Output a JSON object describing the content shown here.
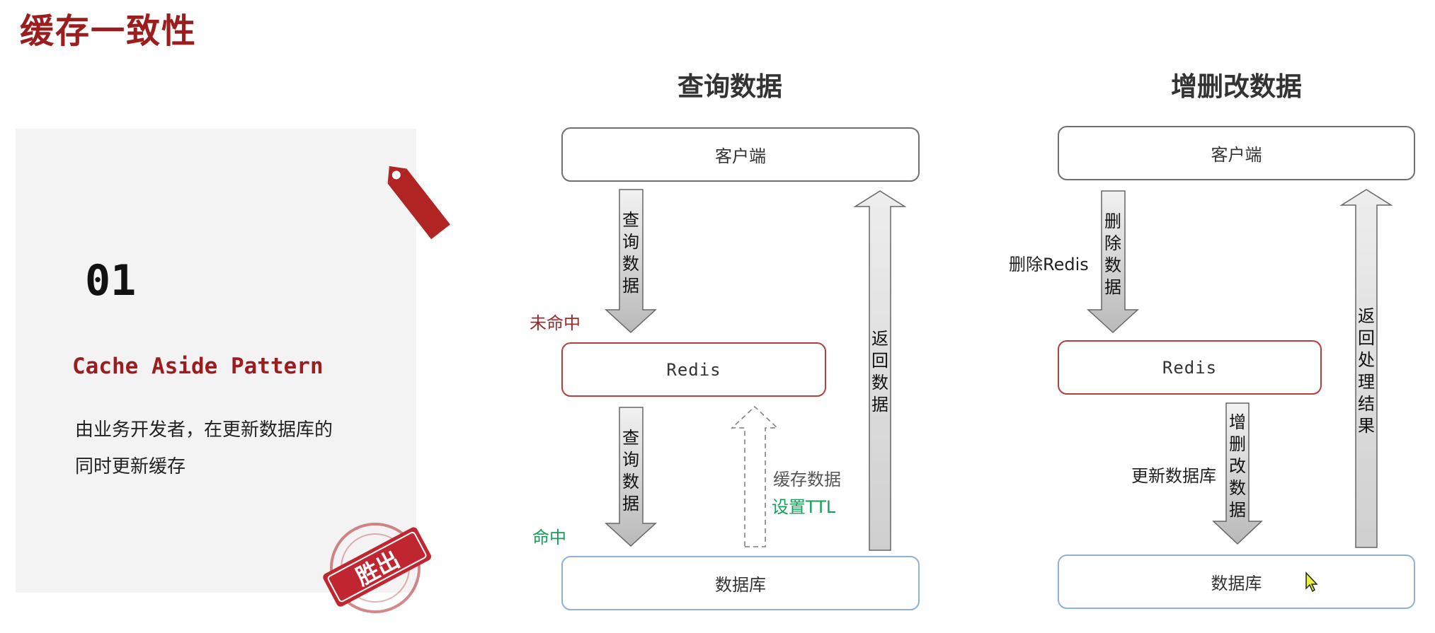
{
  "page_title": "缓存一致性",
  "card": {
    "number": "01",
    "subtitle": "Cache Aside Pattern",
    "description_line1": "由业务开发者，在更新数据库的",
    "description_line2": "同时更新缓存",
    "tag_icon": "price-tag-icon",
    "stamp_icon": "winner-stamp-icon",
    "stamp_text": "胜出"
  },
  "query_diagram": {
    "title": "查询数据",
    "client_label": "客户端",
    "redis_label": "Redis",
    "db_label": "数据库",
    "arrow_query_top": "查询数据",
    "arrow_query_bottom": "查询数据",
    "arrow_return": "返回数据",
    "miss_label": "未命中",
    "hit_label": "命中",
    "cache_label": "缓存数据",
    "ttl_label": "设置TTL"
  },
  "update_diagram": {
    "title": "增删改数据",
    "client_label": "客户端",
    "redis_label": "Redis",
    "db_label": "数据库",
    "arrow_delete": "删除数据",
    "arrow_update": "增删改数据",
    "arrow_return": "返回处理结果",
    "delete_redis_label": "删除Redis",
    "update_db_label": "更新数据库"
  },
  "colors": {
    "brand_red": "#9b1d1d",
    "hit_green": "#13a05a",
    "box_blue": "#8eb1d6",
    "box_red": "#b53f3f"
  }
}
